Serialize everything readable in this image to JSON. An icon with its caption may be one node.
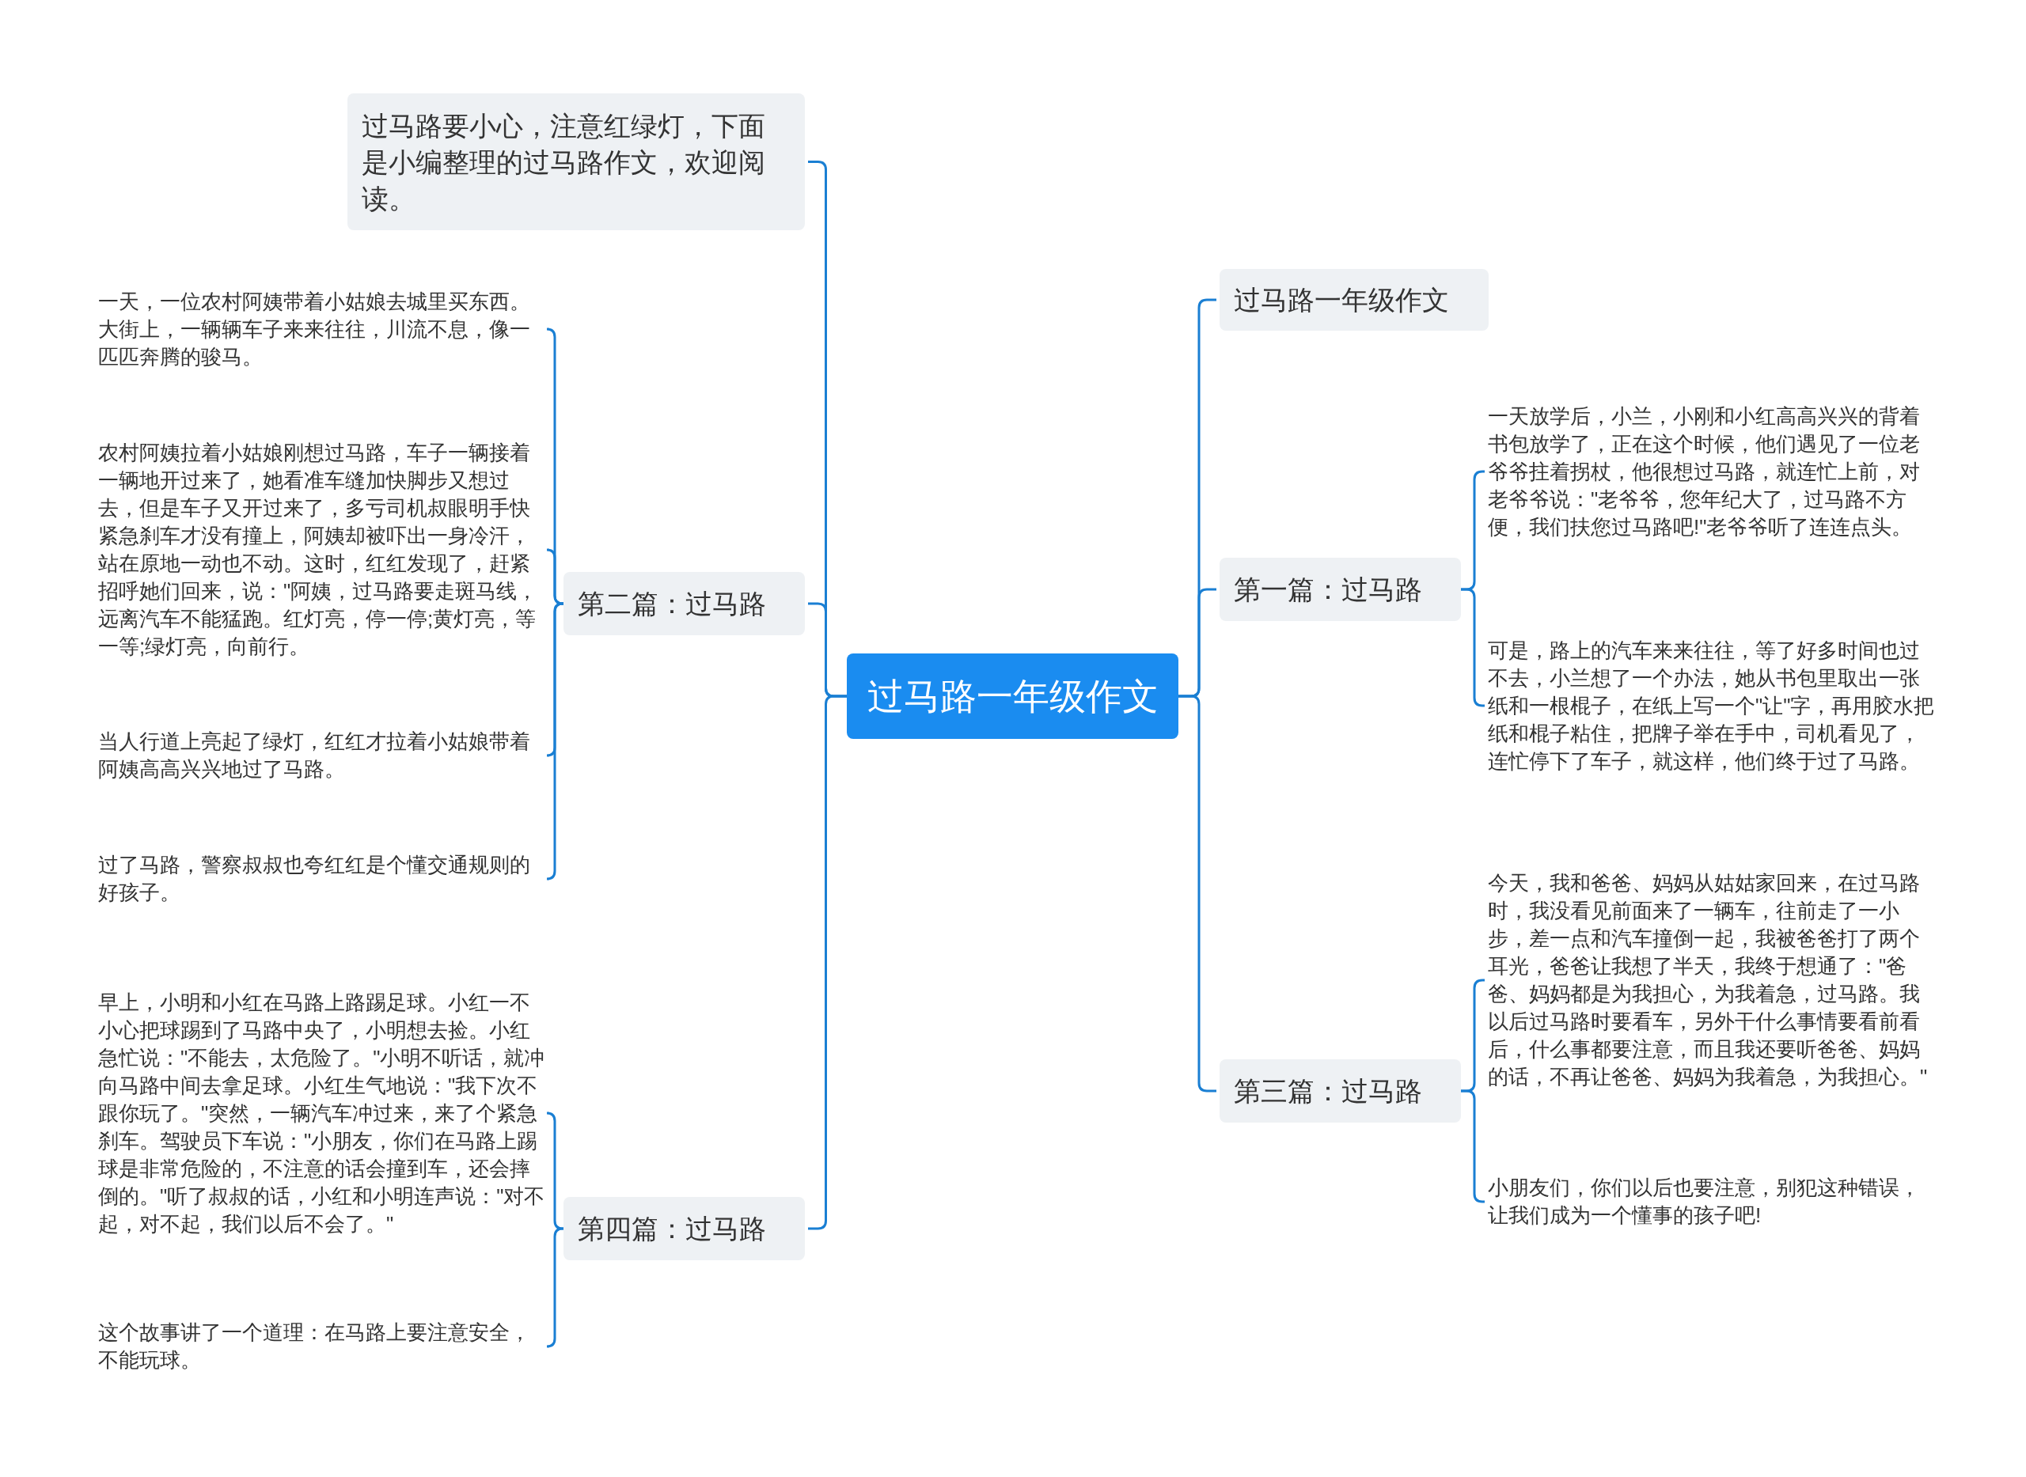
{
  "diagram": {
    "nodes": [
      {
        "text": [
          "过马路一年级作文"
        ]
      },
      {
        "text": [
          "过马路要小心，注意红绿灯，下面是小编整理的过马路作文，欢迎阅读。"
        ]
      },
      {
        "text": [
          "第二篇：过马路"
        ]
      },
      {
        "text": [
          "一天，一位农村阿姨带着小姑娘去城里买东西。大街上，一辆辆车子来来往往，川流不息，像一匹匹奔腾的骏马。"
        ]
      },
      {
        "text": [
          "农村阿姨拉着小姑娘刚想过马路，车子一辆接着一辆地开过来了，她看准车缝加快脚步又想过去，但是车子又开过来了，多亏司机叔眼明手快紧急刹车才没有撞上，阿姨却被吓出一身冷汗，站在原地一动也不动。这时，红红发现了，赶紧招呼她们回来，说：\"阿姨，过马路要走斑马线，远离汽车不能猛跑。红灯亮，停一停;黄灯亮，等一等;绿灯亮，向前行。"
        ]
      },
      {
        "text": [
          "当人行道上亮起了绿灯，红红才拉着小姑娘带着阿姨高高兴兴地过了马路。"
        ]
      },
      {
        "text": [
          "过了马路，警察叔叔也夸红红是个懂交通规则的好孩子。"
        ]
      },
      {
        "text": [
          "第四篇：过马路"
        ]
      },
      {
        "text": [
          "早上，小明和小红在马路上路踢足球。小红一不小心把球踢到了马路中央了，小明想去捡。小红急忙说：\"不能去，太危险了。\"小明不听话，就冲向马路中间去拿足球。小红生气地说：\"我下次不跟你玩了。\"突然，一辆汽车冲过来，来了个紧急刹车。驾驶员下车说：\"小朋友，你们在马路上踢球是非常危险的，不注意的话会撞到车，还会摔倒的。\"听了叔叔的话，小红和小明连声说：\"对不起，对不起，我们以后不会了。\""
        ]
      },
      {
        "text": [
          "这个故事讲了一个道理：在马路上要注意安全，不能玩球。"
        ]
      },
      {
        "text": [
          "过马路一年级作文"
        ]
      },
      {
        "text": [
          "第一篇：过马路"
        ]
      },
      {
        "text": [
          "一天放学后，小兰，小刚和小红高高兴兴的背着书包放学了，正在这个时候，他们遇见了一位老爷爷拄着拐杖，他很想过马路，就连忙上前，对老爷爷说：\"老爷爷，您年纪大了，过马路不方便，我们扶您过马路吧!\"老爷爷听了连连点头。"
        ]
      },
      {
        "text": [
          "可是，路上的汽车来来往往，等了好多时间也过不去，小兰想了一个办法，她从书包里取出一张纸和一根棍子，在纸上写一个\"让\"字，再用胶水把纸和棍子粘住，把牌子举在手中，司机看见了，连忙停下了车子，就这样，他们终于过了马路。"
        ]
      },
      {
        "text": [
          "第三篇：过马路"
        ]
      },
      {
        "text": [
          "今天，我和爸爸、妈妈从姑姑家回来，在过马路时，我没看见前面来了一辆车，往前走了一小步，差一点和汽车撞倒一起，我被爸爸打了两个耳光，爸爸让我想了半天，我终于想通了：\"爸爸、妈妈都是为我担心，为我着急，过马路。我以后过马路时要看车，另外干什么事情要看前看后，什么事都要注意，而且我还要听爸爸、妈妈的话，不再让爸爸、妈妈为我着急，为我担心。\""
        ]
      },
      {
        "text": [
          "小朋友们，你们以后也要注意，别犯这种错误，让我们成为一个懂事的孩子吧!"
        ]
      }
    ],
    "edges": [
      {
        "from": 0,
        "to": 1,
        "arrow": "none"
      },
      {
        "from": 0,
        "to": 2,
        "arrow": "none"
      },
      {
        "from": 0,
        "to": 7,
        "arrow": "none"
      },
      {
        "from": 2,
        "to": 3,
        "arrow": "none"
      },
      {
        "from": 2,
        "to": 4,
        "arrow": "none"
      },
      {
        "from": 2,
        "to": 5,
        "arrow": "none"
      },
      {
        "from": 2,
        "to": 6,
        "arrow": "none"
      },
      {
        "from": 7,
        "to": 8,
        "arrow": "none"
      },
      {
        "from": 7,
        "to": 9,
        "arrow": "none"
      },
      {
        "from": 0,
        "to": 10,
        "arrow": "none"
      },
      {
        "from": 0,
        "to": 11,
        "arrow": "none"
      },
      {
        "from": 0,
        "to": 14,
        "arrow": "none"
      },
      {
        "from": 11,
        "to": 12,
        "arrow": "none"
      },
      {
        "from": 11,
        "to": 13,
        "arrow": "none"
      },
      {
        "from": 14,
        "to": 15,
        "arrow": "none"
      },
      {
        "from": 14,
        "to": 16,
        "arrow": "none"
      }
    ]
  }
}
